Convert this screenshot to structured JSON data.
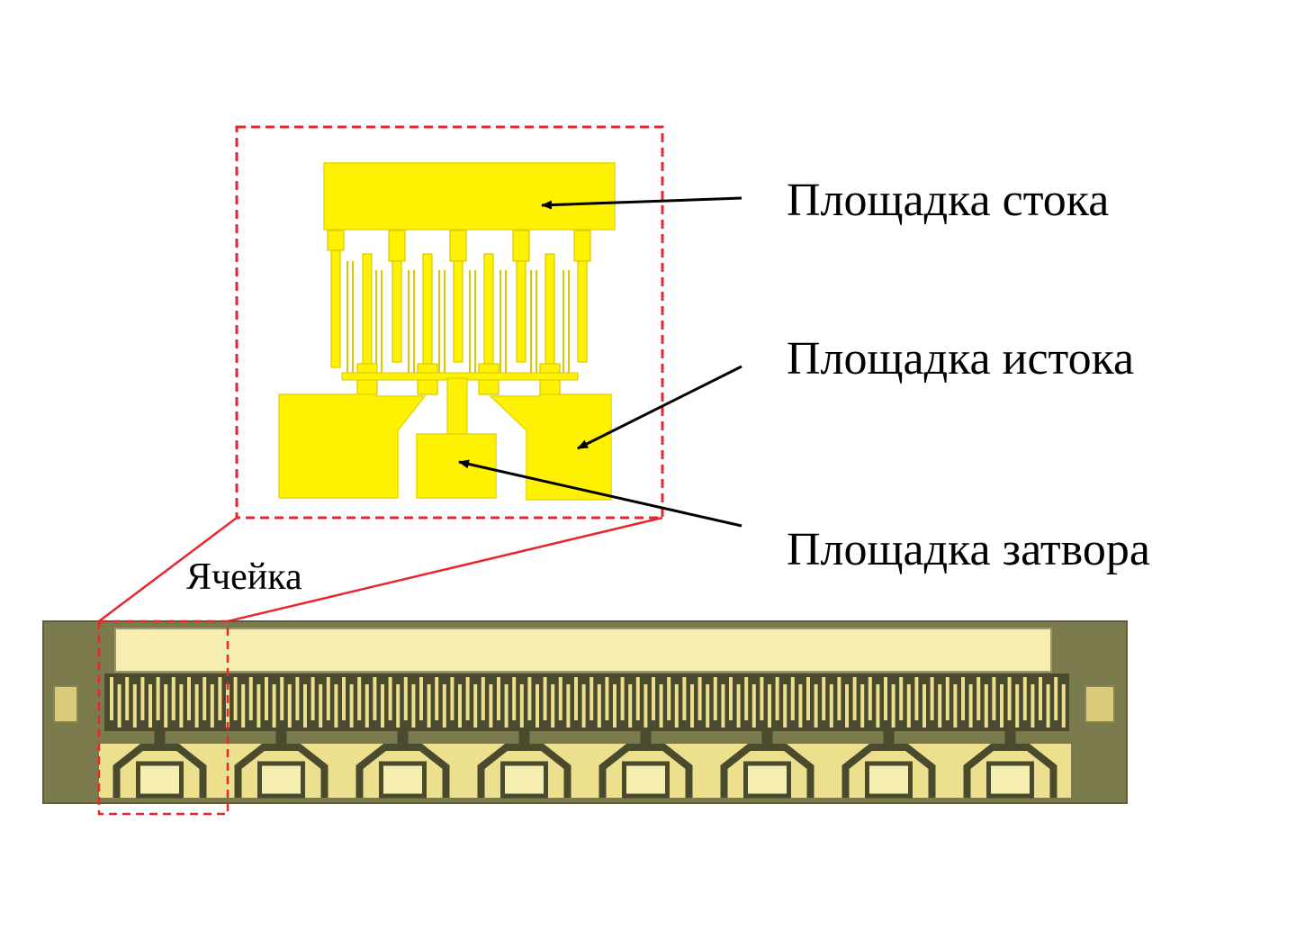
{
  "labels": {
    "drain_pad": "Площадка стока",
    "source_pad": "Площадка истока",
    "gate_pad": "Площадка затвора",
    "cell": "Ячейка"
  },
  "colors": {
    "pad_yellow": "#fff200",
    "pad_edge": "#e6d800",
    "dashed_frame": "#e8262b",
    "zoom_lines": "#e8262b",
    "arrows": "#000000",
    "chip_substrate": "#7b7a4c",
    "chip_metal": "#ece08e",
    "chip_metal_light": "#f6eeb0",
    "chip_finger_dark": "#4a4b2e"
  },
  "chip": {
    "cell_count": 8
  }
}
